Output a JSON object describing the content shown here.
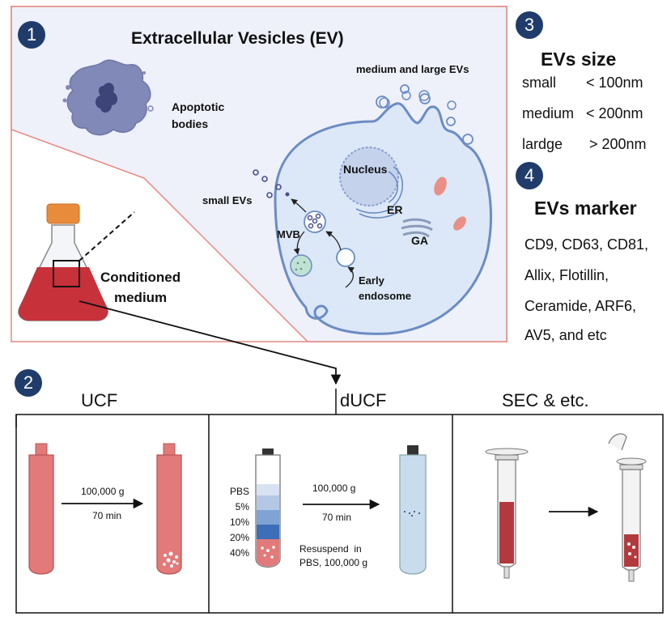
{
  "colors": {
    "badge": "#1f3c6b",
    "panel_border": "#e08a80",
    "panel_fill": "#eef0fa",
    "cell_blue": "#93a7d6",
    "cell_outline": "#6b8cc4",
    "medium_red": "#c7313a",
    "tube_red": "#e27a7a",
    "flask_cap": "#e88b3a"
  },
  "section1": {
    "badge": "1",
    "title": "Extracellular Vesicles (EV)",
    "apoptotic": "Apoptotic\nbodies",
    "medium_large": "medium and large EVs",
    "nucleus": "Nucleus",
    "er": "ER",
    "ga": "GA",
    "small_evs": "small EVs",
    "mvb": "MVB",
    "early_endosome": "Early\nendosome",
    "conditioned_medium": "Conditioned\nmedium"
  },
  "section3": {
    "badge": "3",
    "title": "EVs size",
    "rows": [
      {
        "name": "small",
        "value": "< 100nm"
      },
      {
        "name": "medium",
        "value": "< 200nm"
      },
      {
        "name": "lardge",
        "value": "> 200nm"
      }
    ]
  },
  "section4": {
    "badge": "4",
    "title": "EVs marker",
    "lines": [
      "CD9, CD63, CD81,",
      "Allix, Flotillin,",
      "Ceramide, ARF6,",
      "AV5, and etc"
    ]
  },
  "section2": {
    "badge": "2",
    "columns": [
      "UCF",
      "dUCF",
      "SEC & etc."
    ],
    "ucf_speed": "100,000 g",
    "ucf_time": "70 min",
    "ducf_gradient": [
      "PBS",
      "5%",
      "10%",
      "20%",
      "40%"
    ],
    "ducf_speed": "100,000 g",
    "ducf_time": "70 min",
    "ducf_note": "Resuspend  in\nPBS, 100,000 g"
  }
}
